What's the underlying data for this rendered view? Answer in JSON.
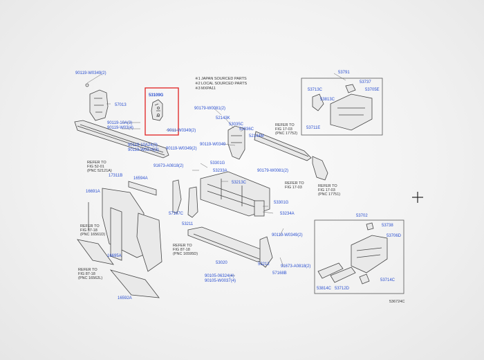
{
  "legend": [
    {
      "marker": "※1",
      "text": "JAPAN SOURCED PARTS"
    },
    {
      "marker": "※2",
      "text": "LOCAL SOURCED PARTS"
    },
    {
      "marker": "※3",
      "text": "MXPA11"
    }
  ],
  "highlight_label": "53109G",
  "diagram_code": "536724C",
  "parts": {
    "p90119_w0349_top": "90119-W0349(2)",
    "p57013": "57013",
    "p90119_10a_a": "90119-10A(3)",
    "p90119_w03_a": "90119-W03(4)",
    "p90119_10a_b": "90119-10A24(3)",
    "p90119_w0374": "90119-W0374(3)",
    "p90119_w0349_mid": "90119-W0349(2)",
    "p9011_w0349": "9011-W0349(2)",
    "p90179_w0081_2": "90179-W0081(2)",
    "p52143k": "52143K",
    "p53035c": "53035C",
    "p53036c": "53036C",
    "p52144m": "52144M",
    "p90119_w0349_r": "90119-W0349",
    "p91673_a0818": "91673-A0818(2)",
    "p53301g_a": "53301G",
    "p53233a": "53233A",
    "p90179_w0081_b": "90179-W0081(2)",
    "p17311b": "17311B",
    "p16594a": "16594A",
    "p53213c": "53213C",
    "p16691a": "16691A",
    "p57167c": "57167C",
    "p53211": "53211",
    "p53301g_b": "53301G",
    "p53234a": "53234A",
    "p90119_w0349_b": "90119-W0349(2)",
    "p16695a": "16695A",
    "p53020": "53020",
    "p53212": "53212",
    "p91673_a0818_b": "91673-A0818(2)",
    "p57168b": "57168B",
    "p90105_06324": "90105-06324(4)",
    "p90105_w0037": "90105-W0037(4)",
    "p16592a": "16592A",
    "p53791": "53791",
    "p53737": "53737",
    "p53713c": "53713C",
    "p53705e": "53705E",
    "p53813c": "53813C",
    "p53711e": "53711E",
    "p53702": "53702",
    "p53738": "53738",
    "p53706d": "53706D",
    "p53814c": "53814C",
    "p53712d": "53712D",
    "p53714c": "53714C"
  },
  "refs": {
    "r1": [
      "REFER TO",
      "FIG 52-01",
      "(PNC 52121A)"
    ],
    "r2": [
      "REFER TO",
      "FIG 17-03",
      "(PNC 17752)"
    ],
    "r3": [
      "REFER TO",
      "FIG 17-03"
    ],
    "r4": [
      "REFER TO",
      "FIG 17-03",
      "(PNC 17751)"
    ],
    "r5": [
      "REFER TO",
      "FIG 87-18",
      "(PNC 16561D)"
    ],
    "r6": [
      "REFER TO",
      "FIG 87-18",
      "(PNC 16595D)"
    ],
    "r7": [
      "REFER TO",
      "FIG 87-18",
      "(PNC 16562L)"
    ]
  }
}
